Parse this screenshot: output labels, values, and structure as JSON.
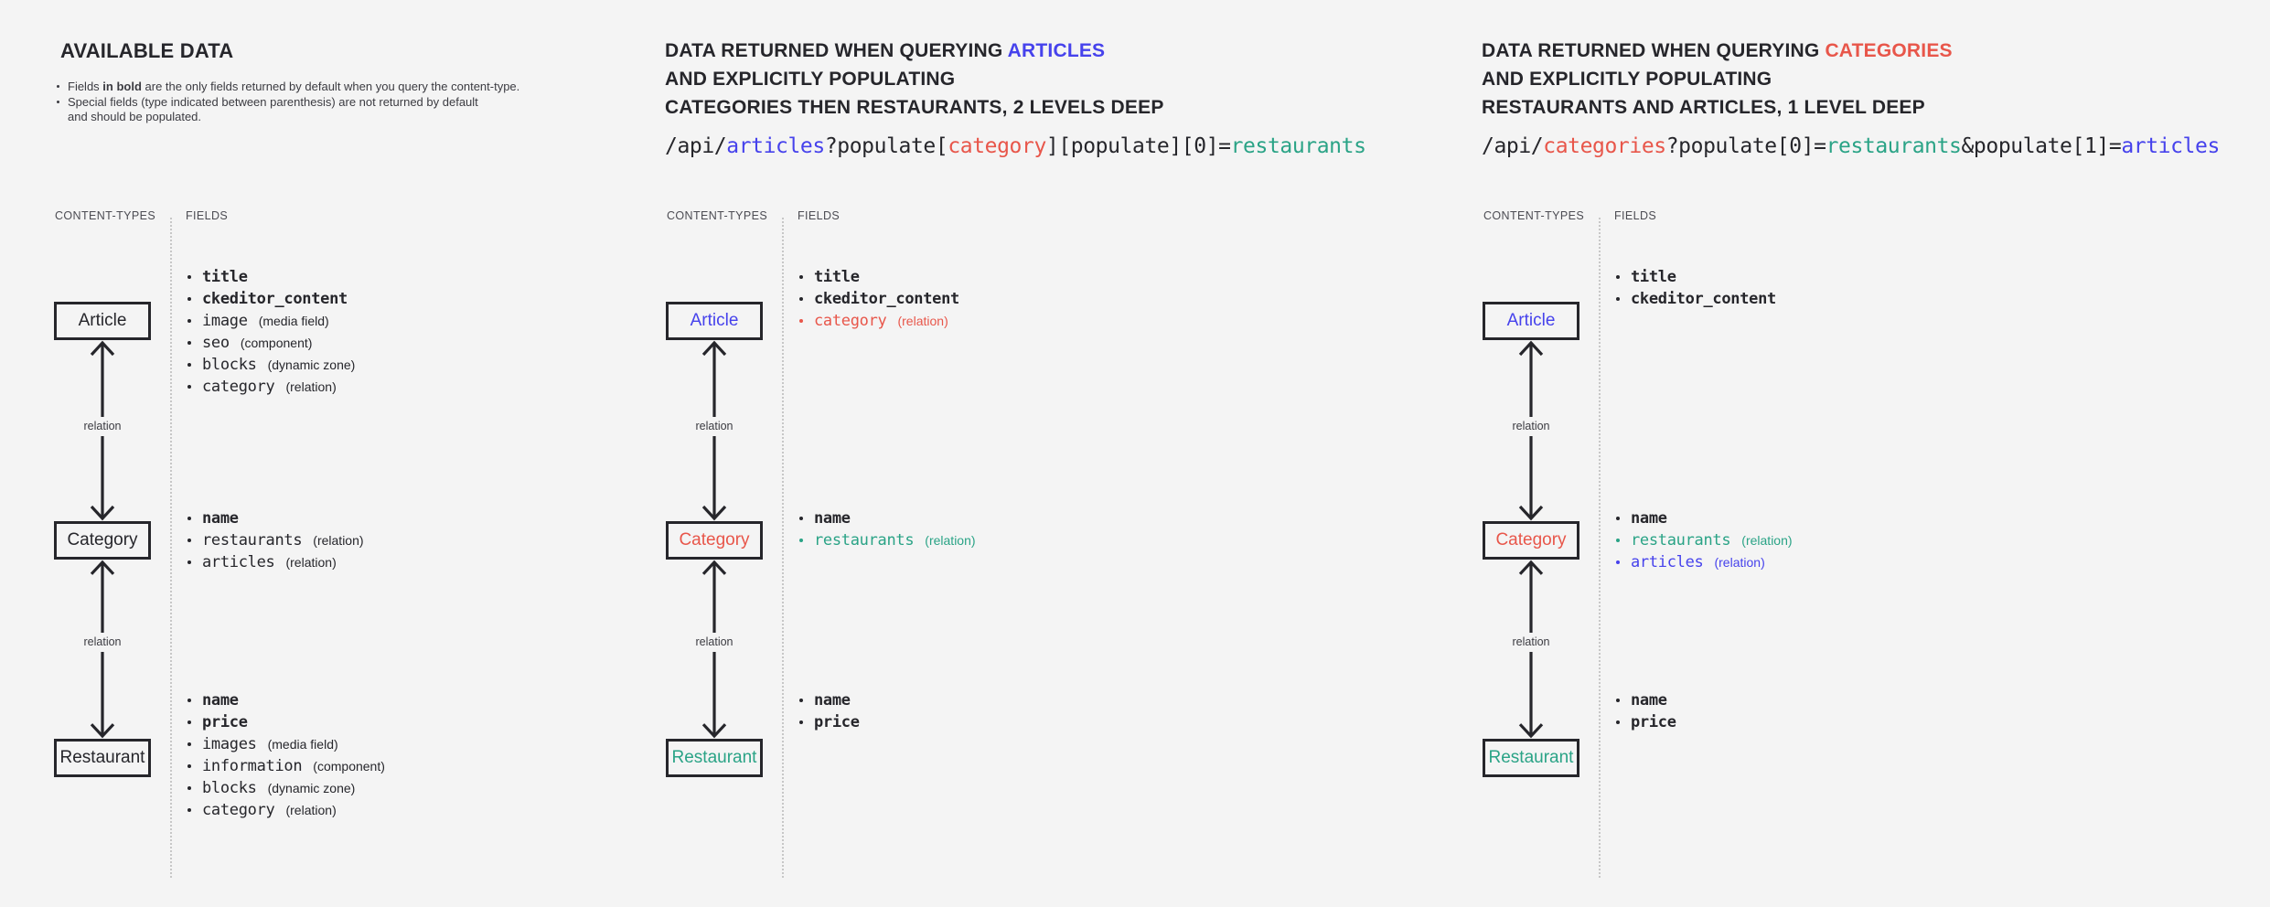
{
  "colors": {
    "page_bg": "#f4f4f4",
    "dark": "#26262b",
    "blue": "#4642ec",
    "red": "#e8564a",
    "teal": "#2aa386",
    "note": "#3b3b41",
    "header": "#4c4c53",
    "divider": "#c7c7c7"
  },
  "diagram": {
    "content_types_label": "CONTENT-TYPES",
    "fields_label": "FIELDS",
    "relation_label": "relation"
  },
  "columns": [
    {
      "title_lines": [
        [
          {
            "text": "AVAILABLE DATA"
          }
        ]
      ],
      "notes": [
        {
          "segs": [
            {
              "text": "Fields "
            },
            {
              "text": "in bold",
              "bold": true
            },
            {
              "text": " are the only fields returned by default when you query the content-type."
            }
          ]
        },
        {
          "segs": [
            {
              "text": "Special fields (type indicated between parenthesis) are not returned by default\nand should be populated."
            }
          ]
        }
      ],
      "levels": [
        {
          "box": {
            "label": "Article",
            "color": "dark"
          },
          "fields": [
            {
              "color": "dark",
              "segs": [
                {
                  "text": "title",
                  "mono": true,
                  "bold": true
                }
              ]
            },
            {
              "color": "dark",
              "segs": [
                {
                  "text": "ckeditor_content",
                  "mono": true,
                  "bold": true
                }
              ]
            },
            {
              "color": "dark",
              "segs": [
                {
                  "text": "image",
                  "mono": true
                },
                {
                  "text": "(media field)",
                  "small": true
                }
              ]
            },
            {
              "color": "dark",
              "segs": [
                {
                  "text": "seo",
                  "mono": true
                },
                {
                  "text": "(component)",
                  "small": true
                }
              ]
            },
            {
              "color": "dark",
              "segs": [
                {
                  "text": "blocks",
                  "mono": true
                },
                {
                  "text": "(dynamic zone)",
                  "small": true
                }
              ]
            },
            {
              "color": "dark",
              "segs": [
                {
                  "text": "category",
                  "mono": true
                },
                {
                  "text": "(relation)",
                  "small": true
                }
              ]
            }
          ]
        },
        {
          "box": {
            "label": "Category",
            "color": "dark"
          },
          "fields": [
            {
              "color": "dark",
              "segs": [
                {
                  "text": "name",
                  "mono": true,
                  "bold": true
                }
              ]
            },
            {
              "color": "dark",
              "segs": [
                {
                  "text": "restaurants",
                  "mono": true
                },
                {
                  "text": "(relation)",
                  "small": true
                }
              ]
            },
            {
              "color": "dark",
              "segs": [
                {
                  "text": "articles",
                  "mono": true
                },
                {
                  "text": "(relation)",
                  "small": true
                }
              ]
            }
          ]
        },
        {
          "box": {
            "label": "Restaurant",
            "color": "dark"
          },
          "fields": [
            {
              "color": "dark",
              "segs": [
                {
                  "text": "name",
                  "mono": true,
                  "bold": true
                }
              ]
            },
            {
              "color": "dark",
              "segs": [
                {
                  "text": "price",
                  "mono": true,
                  "bold": true
                }
              ]
            },
            {
              "color": "dark",
              "segs": [
                {
                  "text": "images",
                  "mono": true
                },
                {
                  "text": "(media field)",
                  "small": true
                }
              ]
            },
            {
              "color": "dark",
              "segs": [
                {
                  "text": "information",
                  "mono": true
                },
                {
                  "text": "(component)",
                  "small": true
                }
              ]
            },
            {
              "color": "dark",
              "segs": [
                {
                  "text": "blocks",
                  "mono": true
                },
                {
                  "text": "(dynamic zone)",
                  "small": true
                }
              ]
            },
            {
              "color": "dark",
              "segs": [
                {
                  "text": "category",
                  "mono": true
                },
                {
                  "text": "(relation)",
                  "small": true
                }
              ]
            }
          ]
        }
      ]
    },
    {
      "title_lines": [
        [
          {
            "text": "DATA RETURNED WHEN QUERYING "
          },
          {
            "text": "ARTICLES",
            "color": "blue"
          }
        ],
        [
          {
            "text": "AND EXPLICITLY POPULATING"
          }
        ],
        [
          {
            "text": "CATEGORIES THEN RESTAURANTS, 2 LEVELS DEEP"
          }
        ]
      ],
      "api": [
        {
          "text": "/api/"
        },
        {
          "text": "articles",
          "color": "blue"
        },
        {
          "text": "?populate["
        },
        {
          "text": "category",
          "color": "red"
        },
        {
          "text": "][populate][0]="
        },
        {
          "text": "restaurants",
          "color": "teal"
        }
      ],
      "levels": [
        {
          "box": {
            "label": "Article",
            "color": "blue"
          },
          "fields": [
            {
              "color": "dark",
              "segs": [
                {
                  "text": "title",
                  "mono": true,
                  "bold": true
                }
              ]
            },
            {
              "color": "dark",
              "segs": [
                {
                  "text": "ckeditor_content",
                  "mono": true,
                  "bold": true
                }
              ]
            },
            {
              "color": "red",
              "segs": [
                {
                  "text": "category",
                  "mono": true
                },
                {
                  "text": "(relation)",
                  "small": true
                }
              ]
            }
          ]
        },
        {
          "box": {
            "label": "Category",
            "color": "red"
          },
          "fields": [
            {
              "color": "dark",
              "segs": [
                {
                  "text": "name",
                  "mono": true,
                  "bold": true
                }
              ]
            },
            {
              "color": "teal",
              "segs": [
                {
                  "text": "restaurants",
                  "mono": true
                },
                {
                  "text": "(relation)",
                  "small": true
                }
              ]
            }
          ]
        },
        {
          "box": {
            "label": "Restaurant",
            "color": "teal"
          },
          "fields": [
            {
              "color": "dark",
              "segs": [
                {
                  "text": "name",
                  "mono": true,
                  "bold": true
                }
              ]
            },
            {
              "color": "dark",
              "segs": [
                {
                  "text": "price",
                  "mono": true,
                  "bold": true
                }
              ]
            }
          ]
        }
      ]
    },
    {
      "title_lines": [
        [
          {
            "text": "DATA RETURNED WHEN QUERYING "
          },
          {
            "text": "CATEGORIES",
            "color": "red"
          }
        ],
        [
          {
            "text": "AND EXPLICITLY POPULATING"
          }
        ],
        [
          {
            "text": "RESTAURANTS AND ARTICLES, 1 LEVEL DEEP"
          }
        ]
      ],
      "api": [
        {
          "text": "/api/"
        },
        {
          "text": "categories",
          "color": "red"
        },
        {
          "text": "?populate[0]="
        },
        {
          "text": "restaurants",
          "color": "teal"
        },
        {
          "text": "&populate[1]="
        },
        {
          "text": "articles",
          "color": "blue"
        }
      ],
      "levels": [
        {
          "box": {
            "label": "Article",
            "color": "blue"
          },
          "fields": [
            {
              "color": "dark",
              "segs": [
                {
                  "text": "title",
                  "mono": true,
                  "bold": true
                }
              ]
            },
            {
              "color": "dark",
              "segs": [
                {
                  "text": "ckeditor_content",
                  "mono": true,
                  "bold": true
                }
              ]
            }
          ]
        },
        {
          "box": {
            "label": "Category",
            "color": "red"
          },
          "fields": [
            {
              "color": "dark",
              "segs": [
                {
                  "text": "name",
                  "mono": true,
                  "bold": true
                }
              ]
            },
            {
              "color": "teal",
              "segs": [
                {
                  "text": "restaurants",
                  "mono": true
                },
                {
                  "text": "(relation)",
                  "small": true
                }
              ]
            },
            {
              "color": "blue",
              "segs": [
                {
                  "text": "articles",
                  "mono": true
                },
                {
                  "text": "(relation)",
                  "small": true
                }
              ]
            }
          ]
        },
        {
          "box": {
            "label": "Restaurant",
            "color": "teal"
          },
          "fields": [
            {
              "color": "dark",
              "segs": [
                {
                  "text": "name",
                  "mono": true,
                  "bold": true
                }
              ]
            },
            {
              "color": "dark",
              "segs": [
                {
                  "text": "price",
                  "mono": true,
                  "bold": true
                }
              ]
            }
          ]
        }
      ]
    }
  ]
}
